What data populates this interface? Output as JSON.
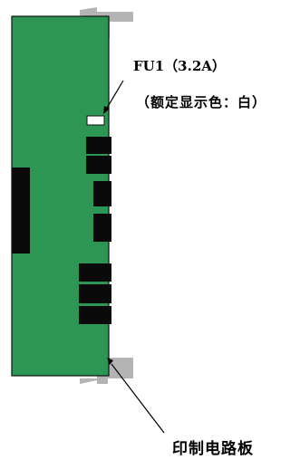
{
  "labels": {
    "fuse": "FU1（3.2A）",
    "fuse_color": "（额定显示色：白）",
    "pcb": "印制电路板"
  },
  "colors": {
    "board": "#2e9655",
    "board_border": "#111111",
    "chip": "#0a0a0a",
    "bracket": "#b4b4b4",
    "fuse_indicator": "#ffffff"
  }
}
